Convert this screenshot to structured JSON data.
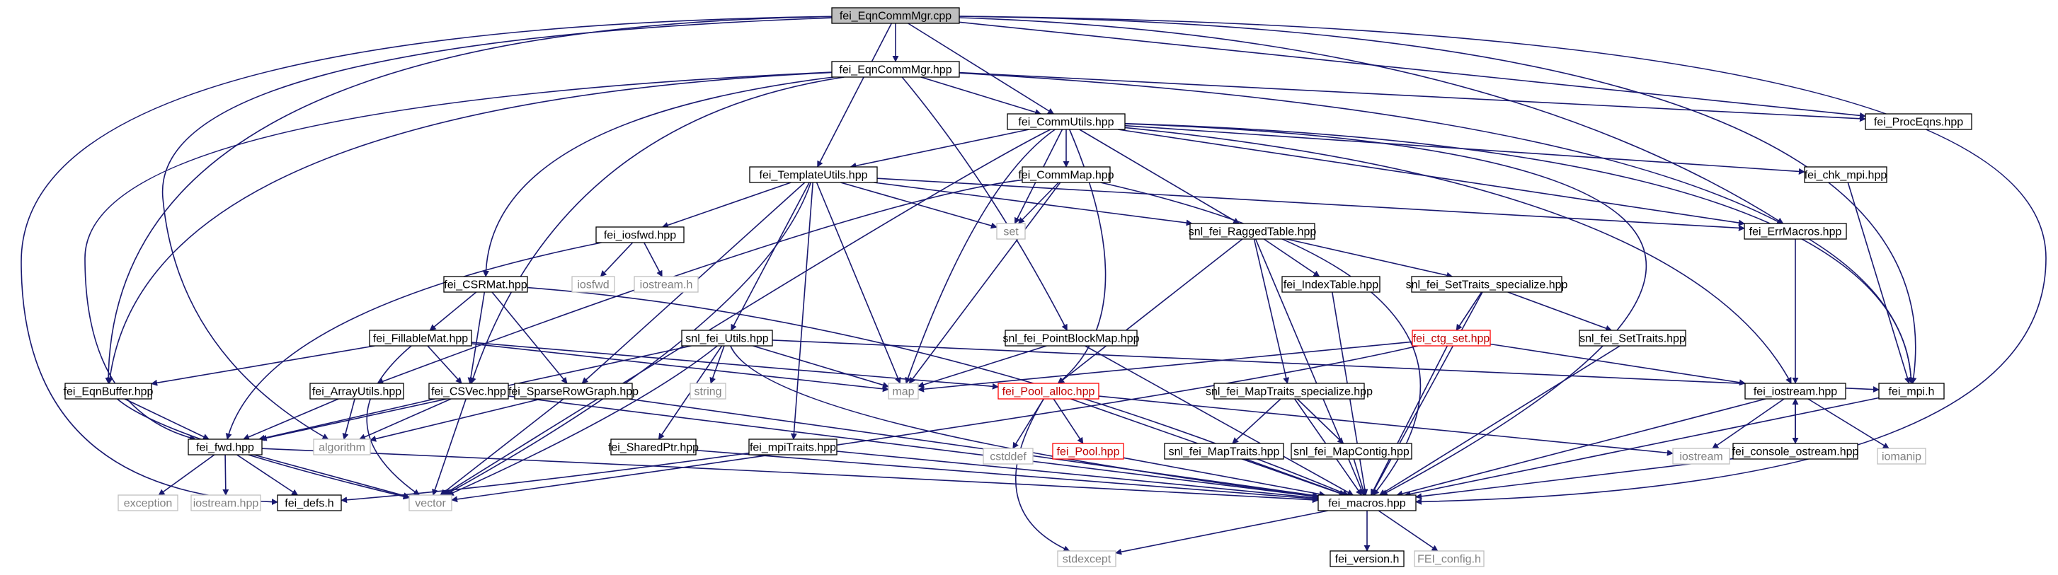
{
  "colors": {
    "edge": "#191970",
    "text": "#000000",
    "muted_text": "#808080",
    "red_text": "#c00000",
    "box_border": "#000000",
    "muted_border": "#bfbfbf",
    "red_border": "#ff0000",
    "root_fill": "#bfbfbf"
  },
  "nodes": {
    "root": "fei_EqnCommMgr.cpp",
    "eqncommmgr_hpp": "fei_EqnCommMgr.hpp",
    "commutils": "fei_CommUtils.hpp",
    "procceqns": "fei_ProcEqns.hpp",
    "templateutils": "fei_TemplateUtils.hpp",
    "commmap": "fei_CommMap.hpp",
    "chk_mpi": "fei_chk_mpi.hpp",
    "set": "set",
    "ragged": "snl_fei_RaggedTable.hpp",
    "errmacros": "fei_ErrMacros.hpp",
    "iosfwd_hpp": "fei_iosfwd.hpp",
    "iosfwd": "iosfwd",
    "iostream_h": "iostream.h",
    "csrmat": "fei_CSRMat.hpp",
    "indextable": "fei_IndexTable.hpp",
    "settraits_spec": "snl_fei_SetTraits_specialize.hpp",
    "fillablemat": "fei_FillableMat.hpp",
    "snl_utils": "snl_fei_Utils.hpp",
    "pointblockmap": "snl_fei_PointBlockMap.hpp",
    "ctg_set": "fei_ctg_set.hpp",
    "settraits": "snl_fei_SetTraits.hpp",
    "eqnbuffer": "fei_EqnBuffer.hpp",
    "arrayutils": "fei_ArrayUtils.hpp",
    "csvec": "fei_CSVec.hpp",
    "sparserowgraph": "fei_SparseRowGraph.hpp",
    "string": "string",
    "map": "map",
    "pool_alloc": "fei_Pool_alloc.hpp",
    "maptraits_spec": "snl_fei_MapTraits_specialize.hpp",
    "iostream_hpp": "fei_iostream.hpp",
    "mpi_h": "fei_mpi.h",
    "fwd": "fei_fwd.hpp",
    "algorithm": "algorithm",
    "sharedptr": "fei_SharedPtr.hpp",
    "mpitraits": "fei_mpiTraits.hpp",
    "cstddef": "cstddef",
    "pool": "fei_Pool.hpp",
    "maptraits": "snl_fei_MapTraits.hpp",
    "mapcontig": "snl_fei_MapContig.hpp",
    "iostream": "iostream",
    "console_ostream": "fei_console_ostream.hpp",
    "iomanip": "iomanip",
    "exception": "exception",
    "iostream_hpp_std": "iostream.hpp",
    "defs": "fei_defs.h",
    "vector": "vector",
    "macros": "fei_macros.hpp",
    "stdexcept": "stdexcept",
    "version": "fei_version.h",
    "config": "FEI_config.h"
  }
}
